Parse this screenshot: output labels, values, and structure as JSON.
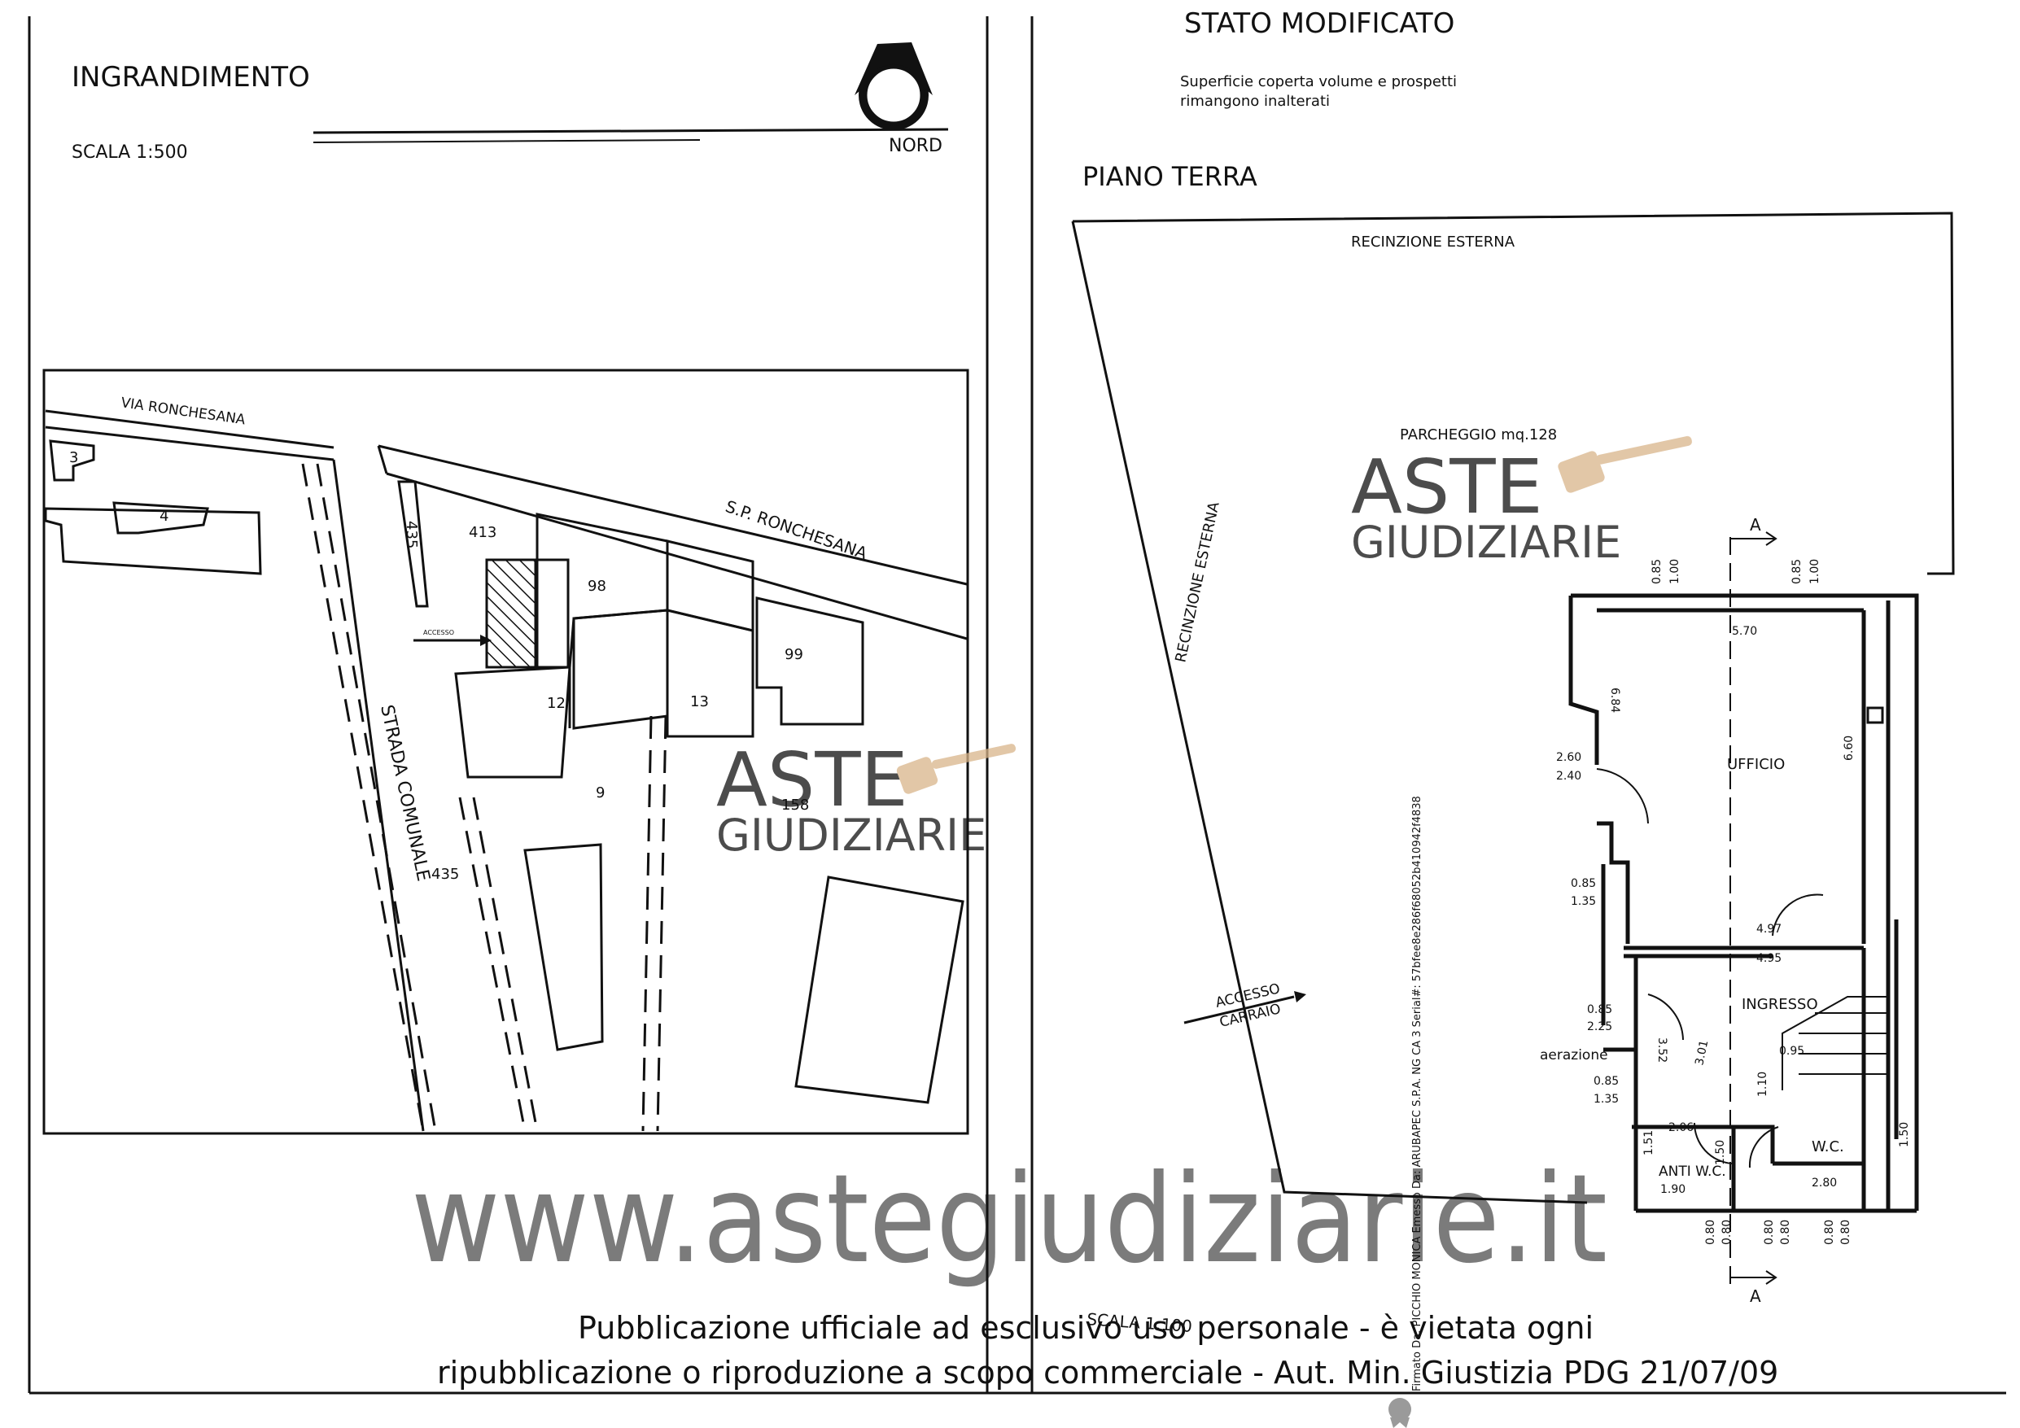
{
  "left_panel": {
    "title": "INGRANDIMENTO",
    "scale": "SCALA 1:500",
    "north_label": "NORD",
    "streets": {
      "via": "VIA RONCHESANA",
      "sp": "S.P. RONCHESANA",
      "strada": "STRADA COMUNALE"
    },
    "parcels": [
      "3",
      "4",
      "435",
      "413",
      "98",
      "99",
      "12",
      "13",
      "9",
      "158",
      "435"
    ],
    "entrance_arrow_label": "ACCESSO"
  },
  "right_panel": {
    "title": "STATO MODIFICATO",
    "note_line1": "Superficie coperta volume e prospetti",
    "note_line2": "rimangono inalterati",
    "floor": "PIANO TERRA",
    "fence_top": "RECINZIONE ESTERNA",
    "fence_side": "RECINZIONE ESTERNA",
    "parking": "PARCHEGGIO mq.128",
    "carriage_access_1": "ACCESSO",
    "carriage_access_2": "CARRAIO",
    "scale": "SCALA 1:100",
    "section_mark": "A",
    "rooms": {
      "office": "UFFICIO",
      "entrance": "INGRESSO",
      "anti_wc": "ANTI W.C.",
      "wc": "W.C.",
      "aeration": "aerazione"
    },
    "dimensions": {
      "d1": "0.85",
      "d2": "1.00",
      "d3": "0.85",
      "d4": "1.00",
      "d5": "5.70",
      "d6": "6.84",
      "d7": "2.60",
      "d8": "2.40",
      "d9": "6.60",
      "d10": "0.85",
      "d11": "1.35",
      "d12": "4.97",
      "d13": "4.95",
      "d14": "0.85",
      "d15": "2.25",
      "d16": "3.52",
      "d17": "3.01",
      "d18": "0.95",
      "d19": "1.10",
      "d20": "0.85",
      "d21": "1.35",
      "d22": "2.06",
      "d23": "1.51",
      "d24": "1.50",
      "d25": "1.50",
      "d26": "1.90",
      "d27": "2.80",
      "b1": "0.80",
      "b2": "0.80",
      "b3": "0.80",
      "b4": "0.80",
      "b5": "0.80",
      "b6": "0.80"
    }
  },
  "watermark": {
    "logo_line1": "ASTE",
    "logo_line2": "GIUDIZIARIE",
    "url": "www.astegiudiziarie.it",
    "notice_line1": "Pubblicazione ufficiale ad esclusivo uso personale - è vietata ogni",
    "notice_line2": "ripubblicazione o riproduzione a scopo commerciale - Aut. Min. Giustizia PDG 21/07/09",
    "signature": "Firmato Da: PICCHIO MONICA Emesso Da: ARUBAPEC S.P.A. NG CA 3 Serial#: 57bfee8e286f68052b410942f4838"
  },
  "colors": {
    "ink": "#111111",
    "watermark_blue": "#9db4d8",
    "watermark_gray": "#8a8a8a"
  }
}
